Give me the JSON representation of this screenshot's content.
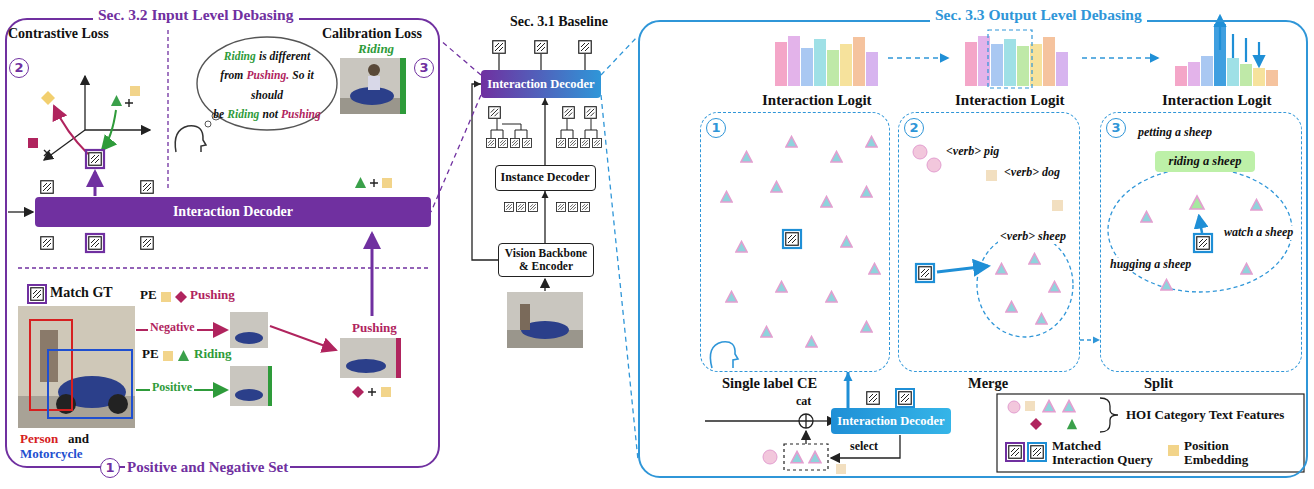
{
  "diagram": {
    "nodes": [
      {
        "text": [
          "Sec. 3.2 Input Level Debasing"
        ]
      },
      {
        "text": [
          "2"
        ],
        "in": 0
      },
      {
        "text": [
          "3"
        ],
        "in": 0
      },
      {
        "text": [
          "Riding",
          "is different from",
          "Pushing.",
          "So it should be",
          "Riding",
          "not",
          "Pushing"
        ],
        "in": 0
      },
      {
        "text": [
          "Interaction Decoder"
        ],
        "in": 0
      },
      {
        "text": [
          "1"
        ],
        "in": 0
      },
      {
        "text": [
          "Interaction Decoder"
        ]
      },
      {
        "text": [
          "Instance Decoder"
        ]
      },
      {
        "text": [
          "Vision Backbone & Encoder"
        ]
      },
      {
        "text": [
          "Sec. 3.3 Output Level Debasing"
        ]
      },
      {
        "text": [
          "Single label CE"
        ],
        "in": 9
      },
      {
        "text": [
          "1"
        ],
        "in": 10
      },
      {
        "text": [
          "Merge"
        ],
        "in": 9
      },
      {
        "text": [
          "2"
        ],
        "in": 12
      },
      {
        "text": [
          "Split"
        ],
        "in": 9
      },
      {
        "text": [
          "3"
        ],
        "in": 14
      },
      {
        "text": [
          "riding a sheep"
        ],
        "in": 14
      },
      {
        "text": [
          "Interaction Decoder"
        ],
        "in": 9
      }
    ],
    "edges": [
      {
        "from": 8,
        "to": 7,
        "arrow": "to"
      },
      {
        "from": 7,
        "to": 6,
        "arrow": "to"
      },
      {
        "from": 8,
        "to": 6,
        "arrow": "to"
      },
      {
        "from": 6,
        "to": 0,
        "arrow": "none"
      },
      {
        "from": 6,
        "to": 4,
        "arrow": "none"
      },
      {
        "from": 6,
        "to": 9,
        "arrow": "none"
      },
      {
        "from": 6,
        "to": 9,
        "arrow": "none"
      },
      {
        "from": 17,
        "to": 10,
        "arrow": "to"
      },
      {
        "from": 12,
        "to": 14,
        "arrow": "to"
      }
    ],
    "labels": [
      "Contrastive Loss",
      "Calibration Loss",
      "Riding",
      "Match GT",
      "PE",
      "Pushing",
      "Negative",
      "PE",
      "Riding",
      "Positive",
      "Pushing",
      "Person",
      "and",
      "Motorcycle",
      "Positive and Negative Set",
      "Sec. 3.1 Baseline",
      "Interaction Logit",
      "Interaction Logit",
      "Interaction Logit",
      "<verb> pig",
      "<verb> dog",
      "<verb> sheep",
      "petting a sheep",
      "watch a sheep",
      "hugging a sheep",
      "cat",
      "select"
    ],
    "legend": [
      {
        "text": "HOI Category Text Features"
      },
      {
        "text": "Matched Interaction Query"
      },
      {
        "text": "Position Embedding",
        "color": "#f2d48a"
      }
    ]
  }
}
